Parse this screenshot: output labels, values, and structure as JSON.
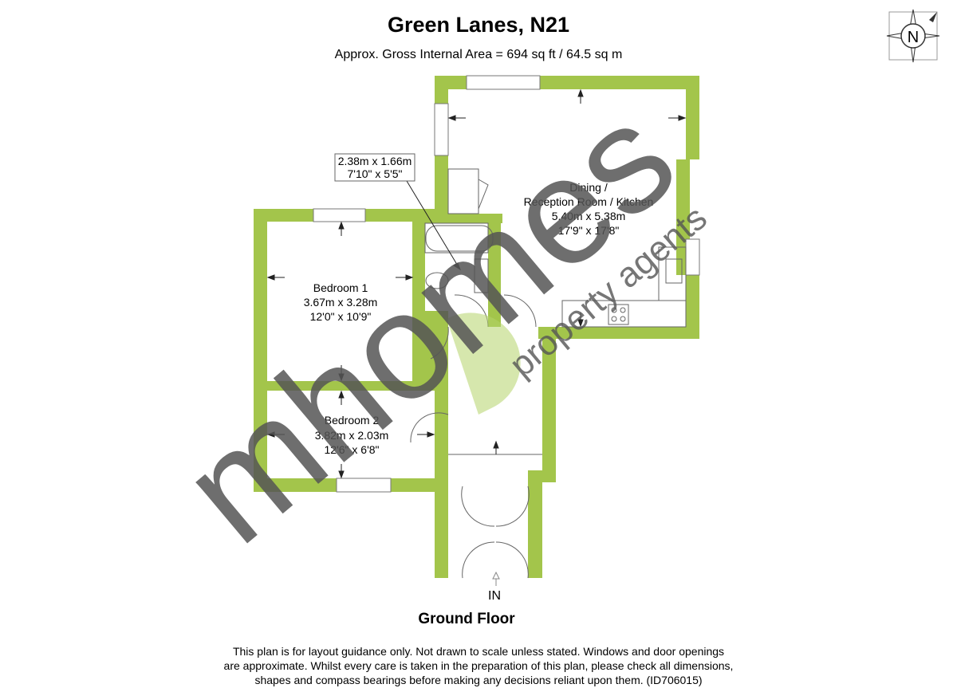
{
  "header": {
    "title": "Green Lanes, N21",
    "subtitle": "Approx. Gross Internal Area = 694 sq ft / 64.5 sq m"
  },
  "compass": {
    "label": "N",
    "icon": "compass-north-icon"
  },
  "rooms": {
    "reception": {
      "name_line1": "Dining /",
      "name_line2": "Reception Room / Kitchen",
      "metric": "5.40m x 5.38m",
      "imperial": "17'9\" x 17'8\""
    },
    "bedroom1": {
      "name": "Bedroom 1",
      "metric": "3.67m x 3.28m",
      "imperial": "12'0\" x 10'9\""
    },
    "bedroom2": {
      "name": "Bedroom 2",
      "metric": "3.82m x 2.03m",
      "imperial": "12'6\" x 6'8\""
    },
    "bathroom": {
      "metric": "2.38m x 1.66m",
      "imperial": "7'10\" x 5'5\""
    }
  },
  "entrance_label": "IN",
  "floor_label": "Ground Floor",
  "disclaimer": {
    "line1": "This plan is for layout guidance only. Not drawn to scale unless stated. Windows and door openings",
    "line2": "are approximate. Whilst every care is taken in the preparation of this plan, please check all dimensions,",
    "line3": "shapes and compass bearings before making any decisions reliant upon them. (ID706015)"
  },
  "watermark": {
    "brand": "mhomes",
    "tagline": "property agents"
  },
  "colors": {
    "wall": "#a3c54b",
    "watermark_grey": "#555555",
    "watermark_green": "#b5d46a"
  }
}
